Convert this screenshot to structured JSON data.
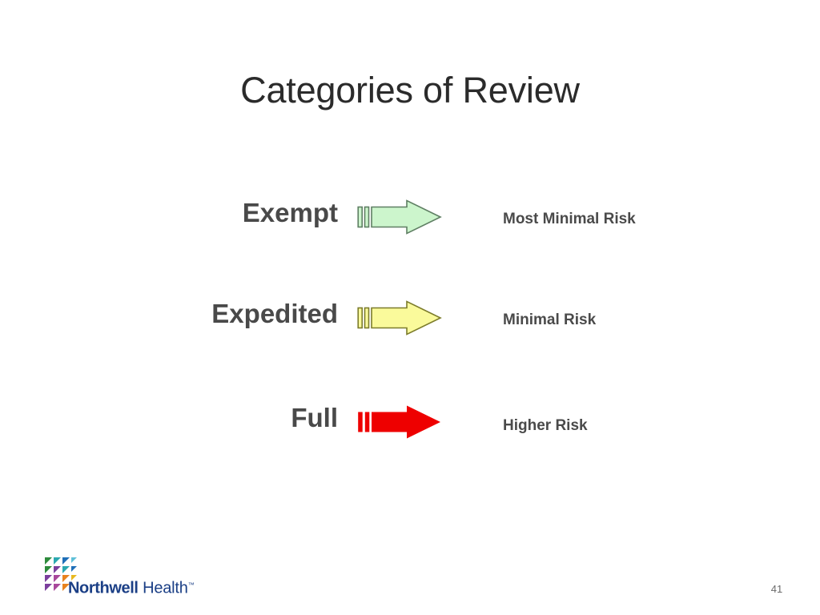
{
  "slide": {
    "title": "Categories of Review",
    "page_number": "41",
    "background_color": "#ffffff",
    "title_color": "#2b2b2b"
  },
  "rows": [
    {
      "category": "Exempt",
      "risk": "Most Minimal Risk",
      "arrow_name": "green-arrow",
      "fill": "#CCF5CC",
      "stroke": "#5F7F63"
    },
    {
      "category": "Expedited",
      "risk": "Minimal Risk",
      "arrow_name": "yellow-arrow",
      "fill": "#FAFA9B",
      "stroke": "#7C7C2B"
    },
    {
      "category": "Full",
      "risk": "Higher Risk",
      "arrow_name": "red-arrow",
      "fill": "#EE0000",
      "stroke": "#EE0000"
    }
  ],
  "logo": {
    "brand": "Northwell",
    "sub": "Health",
    "trademark": "™",
    "text_color": "#1b3f86",
    "mark_colors": {
      "green": "#2E8B3C",
      "teal": "#2BA8B0",
      "blue": "#1F6FB8",
      "purple": "#7B3F9D",
      "magenta": "#A8489B",
      "orange": "#E8821E",
      "gold": "#E8B81E"
    }
  }
}
